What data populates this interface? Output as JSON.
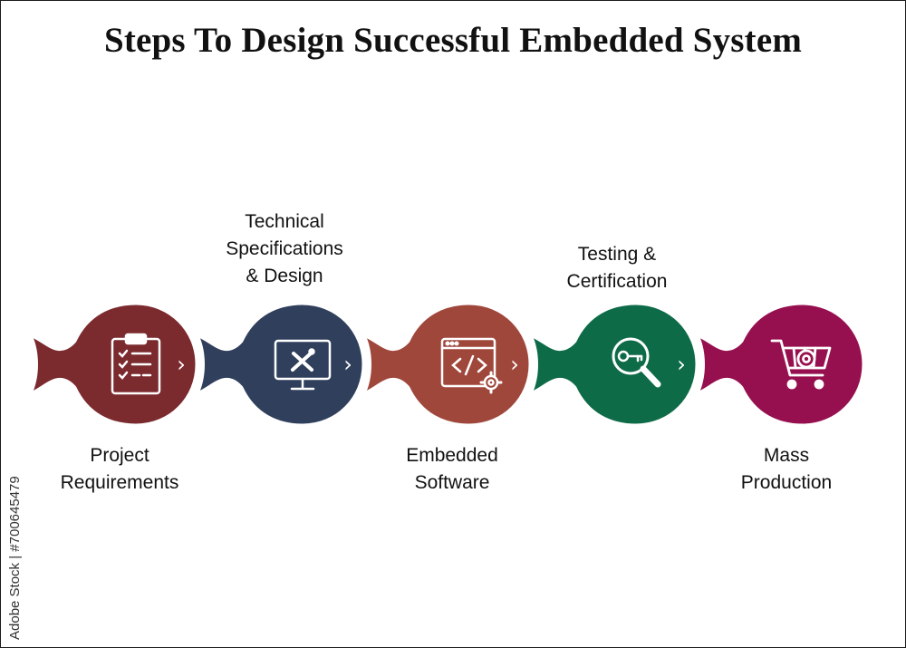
{
  "title": "Steps To Design Successful Embedded System",
  "steps": [
    {
      "label_lines": [
        "Project",
        "Requirements"
      ],
      "color": "#7b2a2e",
      "icon": "clipboard-checklist-icon",
      "arrow": "›"
    },
    {
      "label_lines": [
        "Technical",
        "Specifications",
        "& Design"
      ],
      "color": "#2f3f5c",
      "icon": "monitor-design-tools-icon",
      "arrow": "›"
    },
    {
      "label_lines": [
        "Embedded",
        "Software"
      ],
      "color": "#a0473c",
      "icon": "code-window-gear-icon",
      "arrow": "›"
    },
    {
      "label_lines": [
        "Testing &",
        "Certification"
      ],
      "color": "#0e6b48",
      "icon": "magnifier-key-icon",
      "arrow": "›"
    },
    {
      "label_lines": [
        "Mass",
        "Production"
      ],
      "color": "#96104f",
      "icon": "cart-gear-icon"
    }
  ],
  "watermark": "Adobe Stock | #700645479"
}
